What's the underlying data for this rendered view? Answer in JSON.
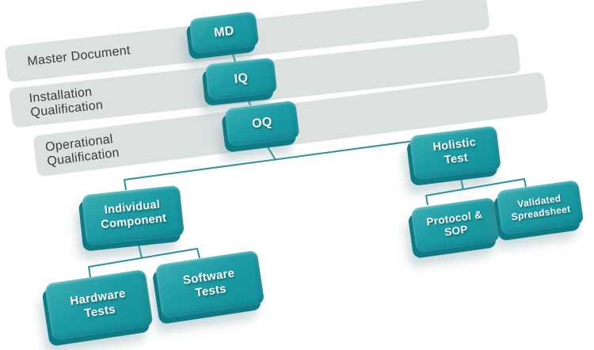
{
  "diagram_type": "org-chart",
  "bands": {
    "master_document": {
      "line1": "Master Document"
    },
    "installation_qualification": {
      "line1": "Installation",
      "line2": "Qualification"
    },
    "operational_qualification": {
      "line1": "Operational",
      "line2": "Qualification"
    }
  },
  "nodes": {
    "md": {
      "label": "MD"
    },
    "iq": {
      "label": "IQ"
    },
    "oq": {
      "label": "OQ"
    },
    "individual_component": {
      "line1": "Individual",
      "line2": "Component"
    },
    "holistic_test": {
      "line1": "Holistic",
      "line2": "Test"
    },
    "hardware_tests": {
      "line1": "Hardware",
      "line2": "Tests"
    },
    "software_tests": {
      "line1": "Software",
      "line2": "Tests"
    },
    "protocol_sop": {
      "line1": "Protocol &",
      "line2": "SOP"
    },
    "validated_spreadsheet": {
      "line1": "Validated",
      "line2": "Spreadsheet"
    }
  },
  "edges": [
    [
      "MD",
      "IQ"
    ],
    [
      "IQ",
      "OQ"
    ],
    [
      "OQ",
      "Individual Component"
    ],
    [
      "OQ",
      "Holistic Test"
    ],
    [
      "Individual Component",
      "Hardware Tests"
    ],
    [
      "Individual Component",
      "Software Tests"
    ],
    [
      "Holistic Test",
      "Protocol & SOP"
    ],
    [
      "Holistic Test",
      "Validated Spreadsheet"
    ]
  ],
  "colors": {
    "node_fill": "#1d9ca5",
    "node_fill_light": "#3aadb3",
    "node_edge_dark": "#0e7a86",
    "node_text": "#ffffff",
    "connector": "#2e9199",
    "band_fill": "#dbe1e1",
    "band_text": "#3a3a3a",
    "background": "#ffffff"
  }
}
